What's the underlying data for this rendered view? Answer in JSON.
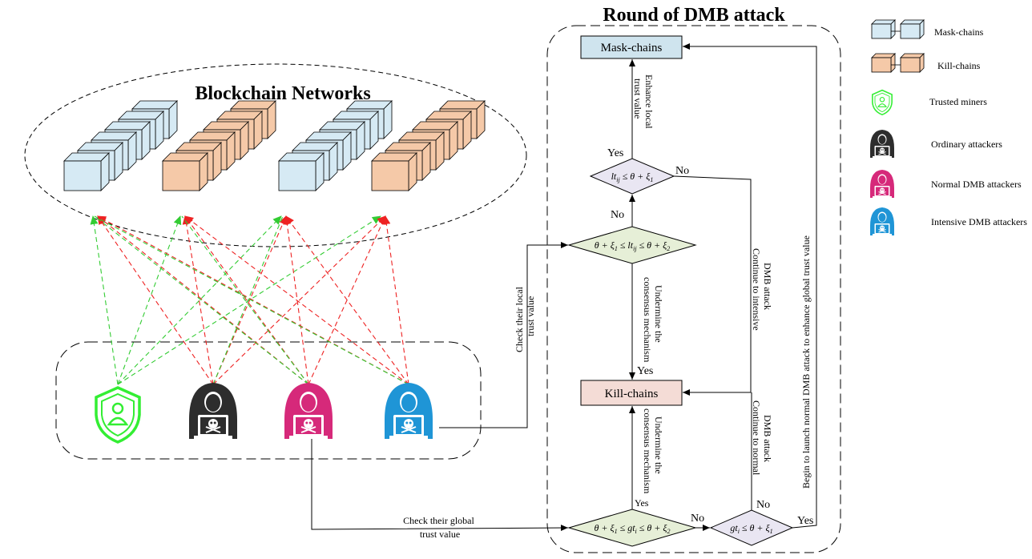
{
  "title_round": "Round of DMB attack",
  "title_network": "Blockchain Networks",
  "boxes": {
    "mask": "Mask-chains",
    "kill": "Kill-chains"
  },
  "diamonds": {
    "d1": "lt_ij ≤ θ + ξ1",
    "d2": "θ + ξ1 ≤ lt_ij ≤ θ + ξ2",
    "d3": "θ + ξ1 ≤ gt_i ≤ θ + ξ2",
    "d4": "gt_i ≤ θ + ξ1"
  },
  "edge_labels": {
    "yes_d1": "Yes",
    "no_d1": "No",
    "no_d2": "No",
    "yes_d2": "Yes",
    "yes_d3": "Yes",
    "no_d3": "No",
    "no_d4": "No",
    "yes_d4": "Yes",
    "enhance_local": [
      "Enhance local",
      "trust value"
    ],
    "undermine_1": [
      "Undermine the",
      "consensus mechanism"
    ],
    "undermine_2": [
      "Undermine the",
      "consensus mechanism"
    ],
    "continue_intensive": [
      "Continue to intensive",
      "DMB attack"
    ],
    "continue_normal": [
      "Continue to normal",
      "DMB attack"
    ],
    "begin_launch": "Begin to launch normal DMB attack to enhance global trust value",
    "check_local": [
      "Check their local",
      "trust value"
    ],
    "check_global": [
      "Check their global",
      "trust value"
    ]
  },
  "legend": [
    {
      "icon": "mask-chains-icon",
      "label": "Mask-chains"
    },
    {
      "icon": "kill-chains-icon",
      "label": "Kill-chains"
    },
    {
      "icon": "trusted-miner-icon",
      "label": "Trusted miners"
    },
    {
      "icon": "ordinary-attacker-icon",
      "label": "Ordinary attackers"
    },
    {
      "icon": "normal-dmb-attacker-icon",
      "label": "Normal DMB attackers"
    },
    {
      "icon": "intensive-dmb-attacker-icon",
      "label": "Intensive DMB attackers"
    }
  ],
  "colors": {
    "mask_front": "#d6eaf4",
    "kill_front": "#f5c9a8",
    "mask_box_fill": "#cfe4ee",
    "kill_box_fill": "#f4dcd6",
    "diamond_green": "#e6efd7",
    "diamond_lilac": "#e9e6f2",
    "trusted_green": "#33ee33",
    "ordinary_black": "#2d2d2d",
    "normal_pink": "#d6297a",
    "intensive_blue": "#1f95d6",
    "arrow_green": "#33cc33",
    "arrow_red": "#ee2222"
  }
}
